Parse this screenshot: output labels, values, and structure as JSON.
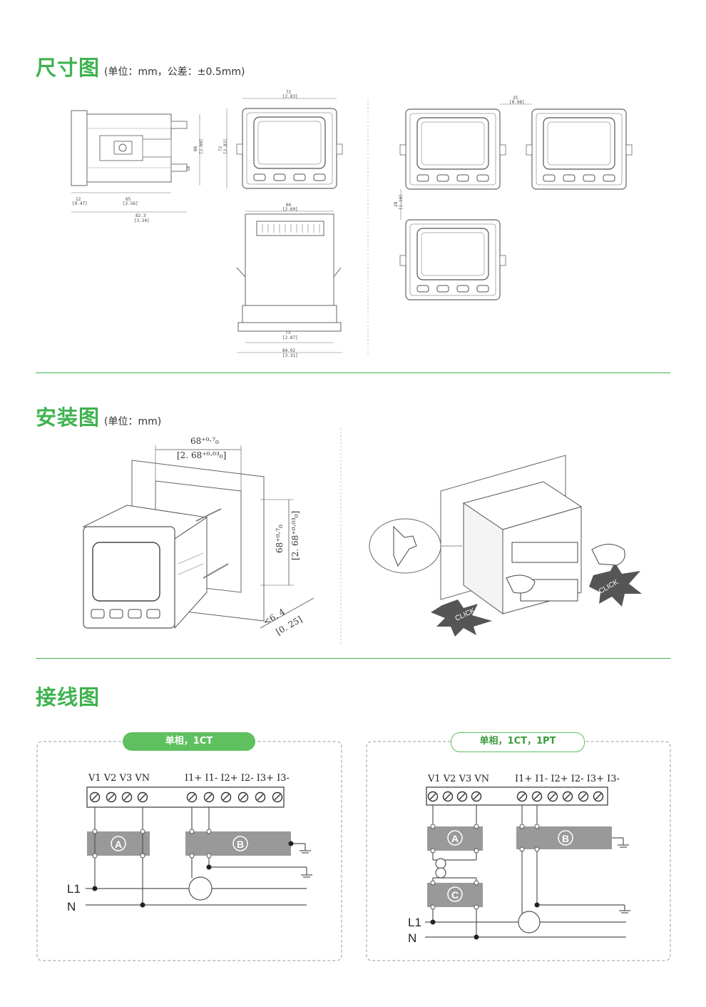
{
  "sections": {
    "dimensions": {
      "title": "尺寸图",
      "subtitle": "(单位：mm，公差：±0.5mm)"
    },
    "installation": {
      "title": "安装图",
      "subtitle": "(单位：mm)"
    },
    "wiring": {
      "title": "接线图"
    }
  },
  "dimension_labels": {
    "side_12": "12",
    "side_12_in": "[0.47]",
    "side_65": "65",
    "side_65_in": "[2.56]",
    "side_823": "82.3",
    "side_823_in": "[3.24]",
    "side_66": "66",
    "side_66_in": "[2.60]",
    "side_18": "18",
    "front_72w": "72",
    "front_72w_in": "[2.83]",
    "front_72h": "72",
    "front_72h_in": "[2.83]",
    "bottom_66": "66",
    "bottom_66_in": "[2.60]",
    "bottom_73": "73",
    "bottom_73_in": "[2.87]",
    "bottom_84": "84.02",
    "bottom_84_in": "[3.31]",
    "gap_25": "25",
    "gap_25_in": "[0.98]",
    "gap_28": "28",
    "gap_28_in": "[1.10]"
  },
  "installation_labels": {
    "cut_w": "68⁺⁰·⁷₀",
    "cut_w_in": "[2. 68⁺⁰·⁰³₀]",
    "cut_h": "68⁺⁰·⁷₀",
    "cut_h_in": "[2. 68⁺⁰·⁰³₀]",
    "panel": "<6. 4",
    "panel_in": "[0. 25]",
    "click": "CLICK"
  },
  "wiring": {
    "left": {
      "badge": "单相，1CT",
      "voltage_terms": "V1  V2  V3  VN",
      "current_terms": "I1+ I1-  I2+ I2-  I3+ I3-",
      "blocks": [
        "A",
        "B"
      ],
      "lines": [
        "L1",
        "N"
      ]
    },
    "right": {
      "badge": "单相，1CT，1PT",
      "voltage_terms": "V1  V2  V3  VN",
      "current_terms": "I1+ I1-  I2+ I2-  I3+ I3-",
      "blocks": [
        "A",
        "B",
        "C"
      ],
      "lines": [
        "L1",
        "N"
      ]
    }
  },
  "colors": {
    "accent": "#3fb34f",
    "block": "#999999",
    "line": "#555555"
  }
}
